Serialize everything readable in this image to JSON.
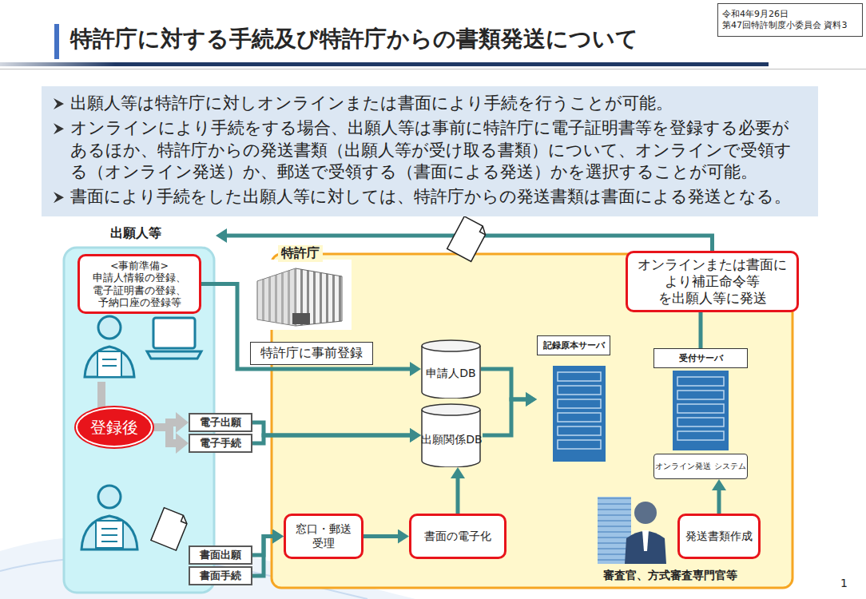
{
  "diagram": {
    "title": "特許庁に対する手続及び特許庁からの書類発送について",
    "nodes": [
      {
        "text": [
          "令和4年9月26日 第47回特許制度小委員会 資料3"
        ]
      },
      {
        "text": [
          "出願人等は特許庁に対しオンラインまたは書面により手続を行うことが可能。",
          "オンラインにより手続をする場合、出願人等は事前に特許庁に電子証明書等を登録する必要があるほか、特許庁からの発送書類（出願人等が受け取る書類）について、オンラインで受領する（オンライン発送）か、郵送で受領する（書面による発送）かを選択することが可能。",
          "書面により手続をした出願人等に対しては、特許庁からの発送書類は書面による発送となる。"
        ]
      },
      {
        "text": [
          "出願人等"
        ]
      },
      {
        "text": [
          "<事前準備>",
          "申請人情報の登録、 電子証明書の登録、 予納口座の登録等"
        ],
        "in": 2
      },
      {
        "text": [
          "登録後"
        ],
        "in": 2
      },
      {
        "text": [
          "電子出願"
        ],
        "in": 2
      },
      {
        "text": [
          "電子手続"
        ],
        "in": 2
      },
      {
        "text": [
          "書面出願"
        ],
        "in": 2
      },
      {
        "text": [
          "書面手続"
        ],
        "in": 2
      },
      {
        "text": [
          "特許庁"
        ]
      },
      {
        "text": [
          "申請人DB"
        ],
        "in": 9
      },
      {
        "text": [
          "出願関係DB"
        ],
        "in": 9
      },
      {
        "text": [
          "記録原本サーバ"
        ],
        "in": 9
      },
      {
        "text": [
          "受付サーバ"
        ],
        "in": 9
      },
      {
        "text": [
          "オンライン発送 システム"
        ],
        "in": 13
      },
      {
        "text": [
          "オンラインまたは書面に より補正命令等 を出願人等に発送"
        ],
        "in": 9
      },
      {
        "text": [
          "窓口・郵送 受理"
        ],
        "in": 9
      },
      {
        "text": [
          "書面の電子化"
        ],
        "in": 9
      },
      {
        "text": [
          "発送書類作成"
        ],
        "in": 9
      }
    ],
    "edges": [
      {
        "from": 3,
        "to": 10,
        "arrow": "to",
        "label": "特許庁に事前登録"
      },
      {
        "from": 4,
        "to": 5,
        "arrow": "to"
      },
      {
        "from": 4,
        "to": 6,
        "arrow": "to"
      },
      {
        "from": 5,
        "to": 11,
        "arrow": "to"
      },
      {
        "from": 6,
        "to": 11,
        "arrow": "to"
      },
      {
        "from": 7,
        "to": 16,
        "arrow": "to"
      },
      {
        "from": 8,
        "to": 16,
        "arrow": "to"
      },
      {
        "from": 16,
        "to": 17,
        "arrow": "to"
      },
      {
        "from": 17,
        "to": 11,
        "arrow": "to"
      },
      {
        "from": 10,
        "to": 12,
        "arrow": "to"
      },
      {
        "from": 11,
        "to": 12,
        "arrow": "to"
      },
      {
        "from": 18,
        "to": 14,
        "arrow": "to"
      },
      {
        "from": 13,
        "to": 15,
        "arrow": "none"
      },
      {
        "from": 15,
        "to": 2,
        "arrow": "to"
      }
    ],
    "labels": [
      "審査官、方式審査専門官等",
      "1"
    ]
  }
}
